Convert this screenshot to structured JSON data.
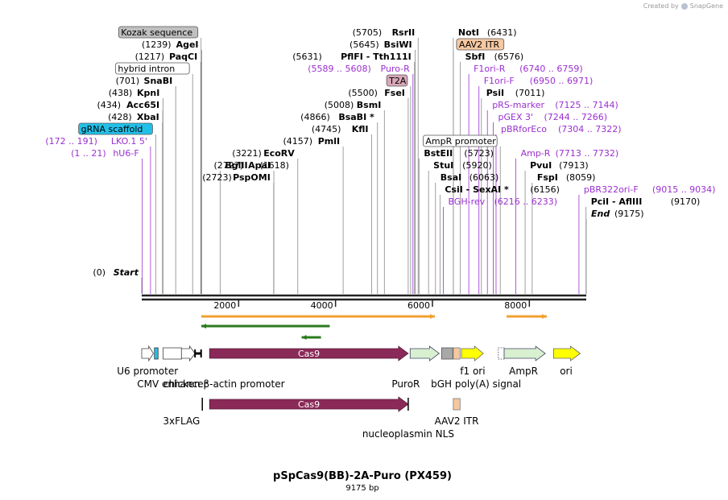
{
  "credit": {
    "prefix": "Created by",
    "brand": "SnapGene"
  },
  "title": "pSpCas9(BB)-2A-Puro (PX459)",
  "length_label": "9175 bp",
  "colors": {
    "enzyme": "#000000",
    "primer": "#9b30d0",
    "line": "#888888",
    "cas9": "#8a2a58",
    "puro": "#d8f0d0",
    "ampr": "#d8f0d0",
    "ori": "#ffff00",
    "f1ori": "#ffff00",
    "itr": "#f5c8a0",
    "orf": "#f0a030",
    "orf_green": "#2b7a1e",
    "gRNA": "#22c0e8",
    "kozak": "#c0c0c0",
    "t2a": "#d8a8b8"
  },
  "ruler": {
    "min": 0,
    "max": 9175,
    "ticks": [
      2000,
      4000,
      6000,
      8000
    ]
  },
  "labels": [
    {
      "name": "NotI",
      "pos_text": "(6431)",
      "site": 6431,
      "kind": "enzyme",
      "row": 0
    },
    {
      "name": "AAV2 ITR",
      "pos_text": "",
      "site": 6431,
      "kind": "box-itr",
      "row": 1
    },
    {
      "name": "SbfI",
      "pos_text": "(6576)",
      "site": 6576,
      "kind": "enzyme",
      "row": 2
    },
    {
      "name": "F1ori-R",
      "pos_text": "(6740 .. 6759)",
      "site": 6750,
      "kind": "primer",
      "row": 3
    },
    {
      "name": "F1ori-F",
      "pos_text": "(6950 .. 6971)",
      "site": 6960,
      "kind": "primer",
      "row": 4
    },
    {
      "name": "PsiI",
      "pos_text": "(7011)",
      "site": 7011,
      "kind": "enzyme",
      "row": 5
    },
    {
      "name": "pRS-marker",
      "pos_text": "(7125 .. 7144)",
      "site": 7134,
      "kind": "primer",
      "row": 6
    },
    {
      "name": "pGEX 3'",
      "pos_text": "(7244 .. 7266)",
      "site": 7255,
      "kind": "primer",
      "row": 7
    },
    {
      "name": "pBRforEco",
      "pos_text": "(7304 .. 7322)",
      "site": 7313,
      "kind": "primer",
      "row": 8
    },
    {
      "name": "AmpR promoter",
      "pos_text": "",
      "site": 7400,
      "kind": "box-white",
      "row": 9
    },
    {
      "name": "Amp-R",
      "pos_text": "(7713 .. 7732)",
      "site": 7722,
      "kind": "primer",
      "row": 10
    },
    {
      "name": "PvuI",
      "pos_text": "(7913)",
      "site": 7913,
      "kind": "enzyme",
      "row": 11
    },
    {
      "name": "FspI",
      "pos_text": "(8059)",
      "site": 8059,
      "kind": "enzyme",
      "row": 12
    },
    {
      "name": "pBR322ori-F",
      "pos_text": "(9015 .. 9034)",
      "site": 9024,
      "kind": "primer",
      "row": 13
    },
    {
      "name": "PciI - AflIII",
      "pos_text": "(9170)",
      "site": 9170,
      "kind": "enzyme",
      "row": 14
    },
    {
      "name": "End",
      "pos_text": "(9175)",
      "site": 9175,
      "kind": "end",
      "row": 15
    },
    {
      "name": "RsrII",
      "pos_text": "(5705)",
      "site": 5705,
      "kind": "enzyme-left",
      "row": 0
    },
    {
      "name": "BsiWI",
      "pos_text": "(5645)",
      "site": 5645,
      "kind": "enzyme-left",
      "row": 1
    },
    {
      "name": "PflFI - Tth111I",
      "pos_text": "(5631)",
      "site": 5631,
      "kind": "enzyme-left",
      "row": 2
    },
    {
      "name": "Puro-R",
      "pos_text": "(5589 .. 5608)",
      "site": 5598,
      "kind": "primer-left",
      "row": 3
    },
    {
      "name": "T2A",
      "pos_text": "",
      "site": 5550,
      "kind": "box-t2a",
      "row": 4
    },
    {
      "name": "FseI",
      "pos_text": "(5500)",
      "site": 5500,
      "kind": "enzyme-left",
      "row": 5
    },
    {
      "name": "BsmI",
      "pos_text": "(5008)",
      "site": 5008,
      "kind": "enzyme-left",
      "row": 6
    },
    {
      "name": "BsaBI *",
      "pos_text": "(4866)",
      "site": 4866,
      "kind": "enzyme-left",
      "row": 7
    },
    {
      "name": "KflI",
      "pos_text": "(4745)",
      "site": 4745,
      "kind": "enzyme-left",
      "row": 8
    },
    {
      "name": "PmlI",
      "pos_text": "(4157)",
      "site": 4157,
      "kind": "enzyme-left",
      "row": 9
    },
    {
      "name": "BstEII",
      "pos_text": "(5723)",
      "site": 5723,
      "kind": "enzyme",
      "row": 10
    },
    {
      "name": "StuI",
      "pos_text": "(5920)",
      "site": 5920,
      "kind": "enzyme",
      "row": 11
    },
    {
      "name": "BsaI",
      "pos_text": "(6063)",
      "site": 6063,
      "kind": "enzyme",
      "row": 12
    },
    {
      "name": "CsiI - SexAI *",
      "pos_text": "(6156)",
      "site": 6156,
      "kind": "enzyme",
      "row": 13
    },
    {
      "name": "BGH-rev",
      "pos_text": "(6216 .. 6233)",
      "site": 6224,
      "kind": "primer",
      "row": 14
    },
    {
      "name": "EcoRV",
      "pos_text": "(3221)",
      "site": 3221,
      "kind": "enzyme-left",
      "row": 10
    },
    {
      "name": "ApaI",
      "pos_text": "(2727)",
      "site": 2727,
      "kind": "enzyme-left",
      "row": 11
    },
    {
      "name": "PspOMI",
      "pos_text": "(2723)",
      "site": 2723,
      "kind": "enzyme-left",
      "row": 12
    },
    {
      "name": "Kozak sequence",
      "pos_text": "",
      "site": 1225,
      "kind": "box-kozak",
      "row": 0
    },
    {
      "name": "AgeI",
      "pos_text": "(1239)",
      "site": 1239,
      "kind": "enzyme-left",
      "row": 1
    },
    {
      "name": "PaqCI",
      "pos_text": "(1217)",
      "site": 1217,
      "kind": "enzyme-left",
      "row": 2
    },
    {
      "name": "hybrid intron",
      "pos_text": "",
      "site": 1050,
      "kind": "box-white",
      "row": 3
    },
    {
      "name": "SnaBI",
      "pos_text": "(701)",
      "site": 701,
      "kind": "enzyme-left",
      "row": 4
    },
    {
      "name": "KpnI",
      "pos_text": "(438)",
      "site": 438,
      "kind": "enzyme-left",
      "row": 5
    },
    {
      "name": "Acc65I",
      "pos_text": "(434)",
      "site": 434,
      "kind": "enzyme-left",
      "row": 6
    },
    {
      "name": "XbaI",
      "pos_text": "(428)",
      "site": 428,
      "kind": "enzyme-left",
      "row": 7
    },
    {
      "name": "gRNA scaffold",
      "pos_text": "",
      "site": 290,
      "kind": "box-gRNA",
      "row": 8
    },
    {
      "name": "LKO.1 5'",
      "pos_text": "(172 .. 191)",
      "site": 181,
      "kind": "primer-left",
      "row": 9
    },
    {
      "name": "hU6-F",
      "pos_text": "(1 .. 21)",
      "site": 11,
      "kind": "primer-left",
      "row": 10
    },
    {
      "name": "Start",
      "pos_text": "(0)",
      "site": 0,
      "kind": "start",
      "row": 11
    },
    {
      "name": "BglII",
      "pos_text": "(1618)",
      "site": 1618,
      "kind": "enzyme",
      "row": 11
    }
  ],
  "features_row1": [
    {
      "name": "U6 promoter",
      "start": 0,
      "end": 241,
      "type": "promoter-white"
    },
    {
      "name": "gRNA scaffold",
      "start": 262,
      "end": 337,
      "type": "gRNA"
    },
    {
      "name": "CMV enhancer",
      "start": 440,
      "end": 820,
      "type": "box-white"
    },
    {
      "name": "chicken β-actin promoter",
      "start": 820,
      "end": 1100,
      "type": "promoter-white"
    },
    {
      "name": "hybrid intron",
      "start": 1100,
      "end": 1225,
      "type": "line"
    },
    {
      "name": "Cas9",
      "start": 1400,
      "end": 5500,
      "type": "cas9"
    },
    {
      "name": "PuroR",
      "start": 5540,
      "end": 6140,
      "type": "puro"
    },
    {
      "name": "bGH poly(A) signal",
      "start": 6190,
      "end": 6420,
      "type": "gray"
    },
    {
      "name": "AAV2 ITR",
      "start": 6430,
      "end": 6570,
      "type": "itr"
    },
    {
      "name": "f1 ori",
      "start": 6600,
      "end": 7050,
      "type": "f1ori"
    },
    {
      "name": "AmpR promoter",
      "start": 7360,
      "end": 7480,
      "type": "dashed"
    },
    {
      "name": "AmpR",
      "start": 7480,
      "end": 8330,
      "type": "ampr"
    },
    {
      "name": "ori",
      "start": 8500,
      "end": 9050,
      "type": "ori"
    }
  ],
  "features_row2": [
    {
      "name": "3xFLAG",
      "start": 1250,
      "end": 1330,
      "type": "thin"
    },
    {
      "name": "Cas9",
      "start": 1400,
      "end": 5500,
      "type": "cas9"
    },
    {
      "name": "nucleoplasmin NLS",
      "start": 5500,
      "end": 5560,
      "type": "thin"
    },
    {
      "name": "AAV2 ITR",
      "start": 6430,
      "end": 6570,
      "type": "itr"
    }
  ],
  "row1_bottom_labels": [
    {
      "text": "U6 promoter",
      "at": 120,
      "line": 1
    },
    {
      "text": "CMV enhancer",
      "at": 630,
      "line": 2
    },
    {
      "text": "chicken β-actin promoter",
      "at": 1700,
      "line": 2
    },
    {
      "text": "PuroR",
      "at": 5450,
      "line": 2
    },
    {
      "text": "f1 ori",
      "at": 6830,
      "line": 1
    },
    {
      "text": "bGH poly(A) signal",
      "at": 6900,
      "line": 2
    },
    {
      "text": "AmpR",
      "at": 7880,
      "line": 1
    },
    {
      "text": "ori",
      "at": 8760,
      "line": 1
    }
  ],
  "row2_bottom_labels": [
    {
      "text": "3xFLAG",
      "at": 820,
      "line": 1
    },
    {
      "text": "AAV2 ITR",
      "at": 6500,
      "line": 1
    },
    {
      "text": "nucleoplasmin NLS",
      "at": 5500,
      "line": 2
    }
  ]
}
